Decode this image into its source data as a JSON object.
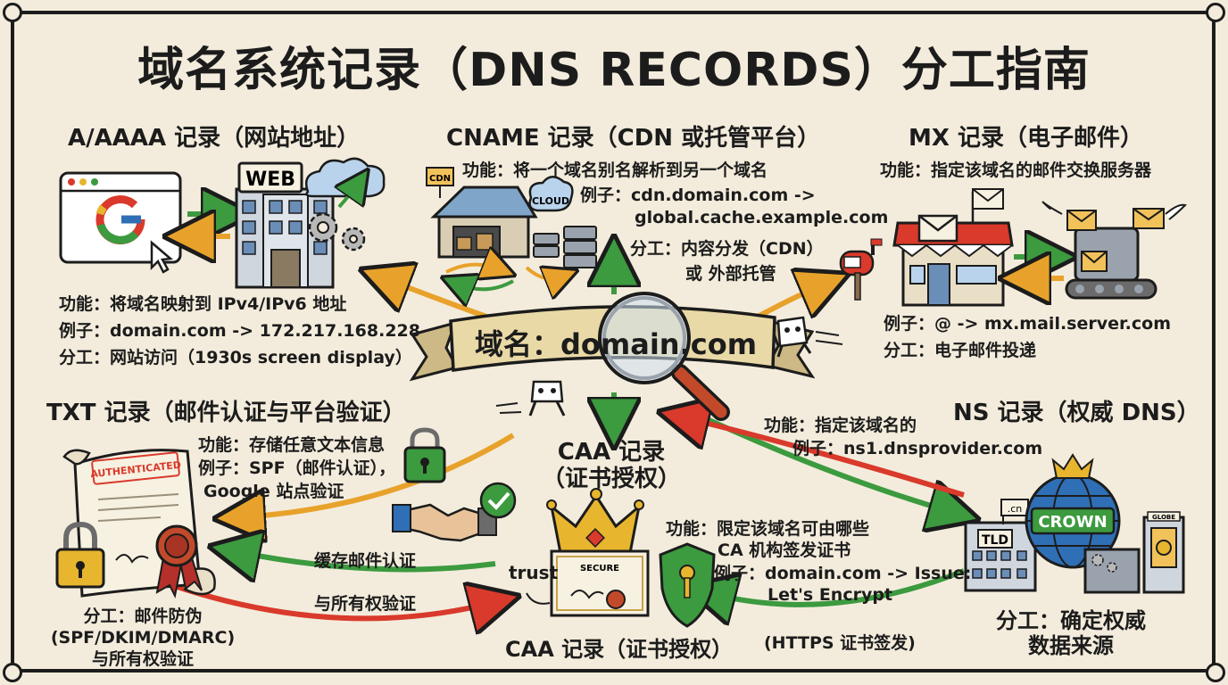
{
  "title": "域名系统记录（DNS RECORDS）分工指南",
  "center": {
    "banner": "域名：domain.com"
  },
  "a_record": {
    "heading": "A/AAAA 记录（网站地址）",
    "sign": "WEB",
    "function": "功能：将域名映射到 IPv4/IPv6 地址",
    "example": "例子：domain.com -> 172.217.168.228",
    "role": "分工：网站访问（1930s screen display）"
  },
  "cname_record": {
    "heading": "CNAME 记录（CDN 或托管平台）",
    "function": "功能：将一个域名别名解析到另一个域名",
    "example_1": "例子：cdn.domain.com ->",
    "example_2": "global.cache.example.com",
    "role_1": "分工：内容分发（CDN）",
    "role_2": "或 外部托管",
    "sign_cdn": "CDN",
    "sign_cloud": "CLOUD"
  },
  "mx_record": {
    "heading": "MX 记录（电子邮件）",
    "function": "功能：指定该域名的邮件交换服务器",
    "example": "例子：@ -> mx.mail.server.com",
    "role": "分工：电子邮件投递"
  },
  "txt_record": {
    "heading": "TXT 记录（邮件认证与平台验证）",
    "function": "功能：存储任意文本信息",
    "example_1": "例子：SPF（邮件认证），",
    "example_2": "Google 站点验证",
    "stamp": "AUTHENTICATED",
    "role_1": "分工：邮件防伪",
    "role_2": "(SPF/DKIM/DMARC)",
    "role_3": "与所有权验证",
    "arrow_1": "缓存邮件认证",
    "arrow_2": "与所有权验证"
  },
  "caa_record": {
    "heading_1": "CAA 记录",
    "heading_2": "（证书授权）",
    "function_1": "功能：限定该域名可由哪些",
    "function_2": "CA 机构签发证书",
    "example_1": "例子：domain.com -> Issue:",
    "example_2": "Let's Encrypt",
    "trust": "trust",
    "secure": "SECURE",
    "footer": "CAA 记录（证书授权）",
    "https": "(HTTPS 证书签发)"
  },
  "ns_record": {
    "heading": "NS 记录（权威 DNS）",
    "function": "功能：指定该域名的",
    "example": "例子：ns1.dnsprovider.com",
    "role_1": "分工：确定权威",
    "role_2": "数据来源",
    "globe": "CROWN",
    "tld": "TLD",
    "cn": ".cn",
    "sign": "GLOBE"
  },
  "colors": {
    "paper": "#f3ecdc",
    "ink": "#1c1c1c",
    "green": "#3c9a3f",
    "orange": "#e8a22b",
    "red": "#d93a2b",
    "blue": "#2f6fb5",
    "banner": "#e9d9a6",
    "gold": "#e8b52e"
  },
  "icons": [
    "browser-google-icon",
    "web-building-icon",
    "gear-icon",
    "cloud-icon",
    "warehouse-icon",
    "server-rack-icon",
    "mailbox-icon",
    "post-office-icon",
    "envelope-icon",
    "mail-server-icon",
    "certificate-scroll-icon",
    "padlock-icon",
    "wax-seal-icon",
    "handshake-icon",
    "check-badge-icon",
    "crown-icon",
    "shield-key-icon",
    "globe-icon",
    "magnifier-icon",
    "mascot-icon"
  ]
}
